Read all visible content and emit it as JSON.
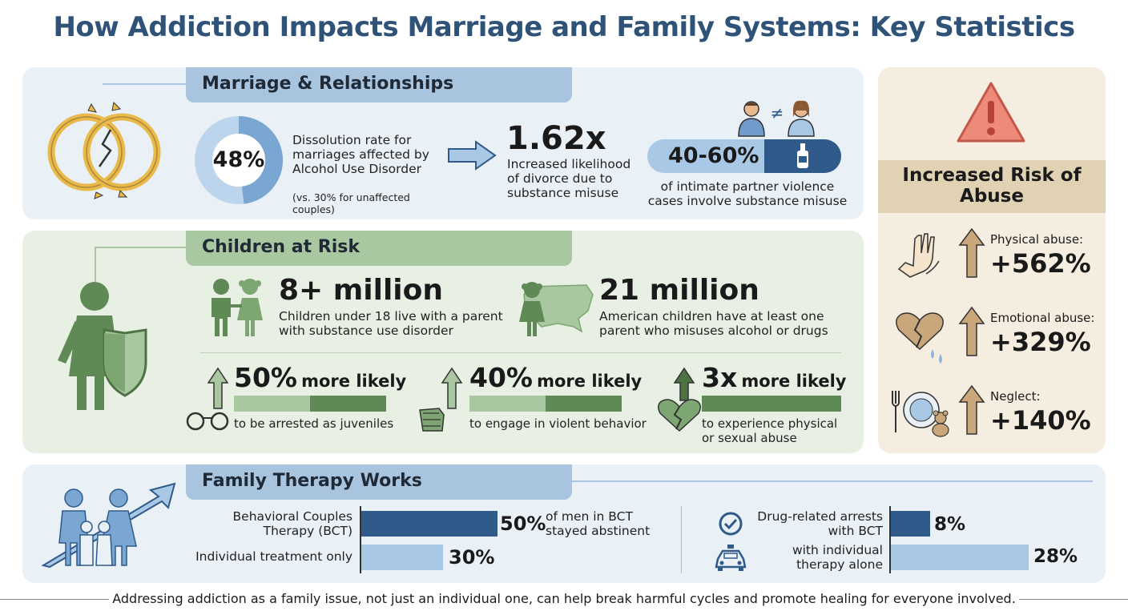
{
  "title": "How Addiction Impacts Marriage and Family Systems: Key Statistics",
  "colors": {
    "title": "#2f5378",
    "blue_dark": "#2f5a8a",
    "blue_light": "#a9c8e6",
    "green_dark": "#5f8a55",
    "green_light": "#a9c7a0",
    "ring": "#e9b949",
    "warn": "#ee8a78"
  },
  "marriage": {
    "tab": "Marriage & Relationships",
    "icon": "broken-rings-icon",
    "donut": {
      "value": "48%",
      "fraction": 0.48
    },
    "dissolution_text": "Dissolution rate for marriages affected by Alcohol Use Disorder",
    "dissolution_note": "(vs. 30% for unaffected couples)",
    "likelihood_value": "1.62x",
    "likelihood_text": "Increased likelihood of divorce due to substance misuse",
    "ipv_value": "40-60%",
    "ipv_text": "of intimate partner violence cases involve substance misuse"
  },
  "children": {
    "tab": "Children at Risk",
    "stat1_value": "8+ million",
    "stat1_text": "Children under 18 live with a parent with substance use disorder",
    "stat2_value": "21 million",
    "stat2_text": "American children have at least one parent who misuses alcohol or drugs",
    "risks": [
      {
        "value": "50%",
        "label": "more likely",
        "text": "to be arrested as juveniles",
        "icon": "handcuffs-icon"
      },
      {
        "value": "40%",
        "label": "more likely",
        "text": "to engage in violent behavior",
        "icon": "fist-icon"
      },
      {
        "value": "3x",
        "label": "more likely",
        "text": "to experience physical or sexual abuse",
        "icon": "broken-heart-icon"
      }
    ]
  },
  "abuse": {
    "title": "Increased Risk of Abuse",
    "items": [
      {
        "label": "Physical abuse:",
        "value": "+562%",
        "icon": "hand-icon"
      },
      {
        "label": "Emotional abuse:",
        "value": "+329%",
        "icon": "broken-heart-tears-icon"
      },
      {
        "label": "Neglect:",
        "value": "+140%",
        "icon": "empty-plate-icon"
      }
    ]
  },
  "therapy": {
    "tab": "Family Therapy Works",
    "bct_label": "Behavioral Couples Therapy (BCT)",
    "bct_value": "50%",
    "bct_fraction": 0.5,
    "bct_note": "of men in BCT stayed abstinent",
    "individual_label": "Individual treatment only",
    "individual_value": "30%",
    "individual_fraction": 0.3,
    "arrest_bct_label": "Drug-related arrests with BCT",
    "arrest_bct_value": "8%",
    "arrest_bct_fraction": 0.08,
    "arrest_ind_label": "with individual therapy alone",
    "arrest_ind_value": "28%",
    "arrest_ind_fraction": 0.28
  },
  "footer": "Addressing addiction as a family issue, not just an individual one, can help break harmful cycles and promote healing for everyone involved."
}
